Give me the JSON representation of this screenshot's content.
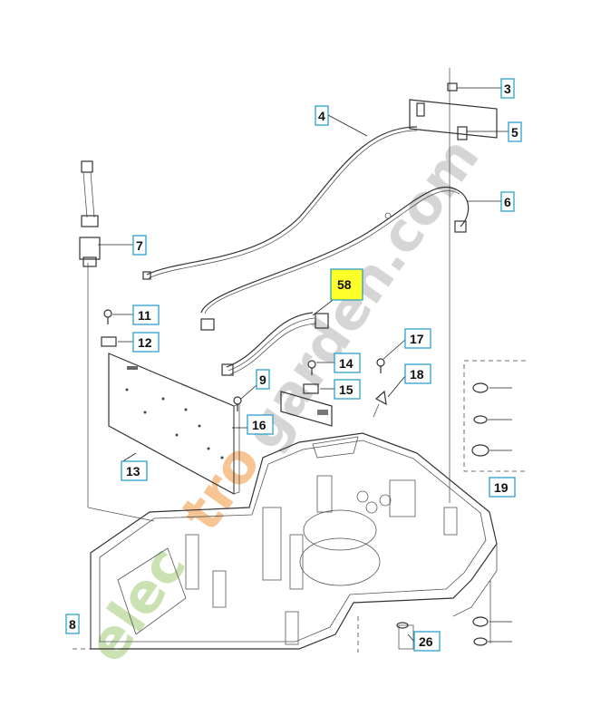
{
  "diagram": {
    "callouts": [
      {
        "id": "c3",
        "text": "3"
      },
      {
        "id": "c4",
        "text": "4"
      },
      {
        "id": "c5",
        "text": "5"
      },
      {
        "id": "c6",
        "text": "6"
      },
      {
        "id": "c7",
        "text": "7"
      },
      {
        "id": "c58",
        "text": "58",
        "highlight": true
      },
      {
        "id": "c11",
        "text": "11"
      },
      {
        "id": "c12",
        "text": "12"
      },
      {
        "id": "c17",
        "text": "17"
      },
      {
        "id": "c14",
        "text": "14"
      },
      {
        "id": "c9",
        "text": "9"
      },
      {
        "id": "c18",
        "text": "18"
      },
      {
        "id": "c15",
        "text": "15"
      },
      {
        "id": "c16",
        "text": "16"
      },
      {
        "id": "c13",
        "text": "13"
      },
      {
        "id": "c19",
        "text": "19"
      },
      {
        "id": "c8",
        "text": "8"
      },
      {
        "id": "c26",
        "text": "26"
      }
    ],
    "colors": {
      "callout_border": "#1a9ac8",
      "highlight_fill": "#ffff2a",
      "line": "#333333",
      "watermark_green": "#b8d898",
      "watermark_orange": "#f4b070",
      "watermark_gray": "#c7c7c7"
    },
    "watermark": {
      "part1": "elec",
      "part2": "tro",
      "part3": "garden.com"
    }
  }
}
